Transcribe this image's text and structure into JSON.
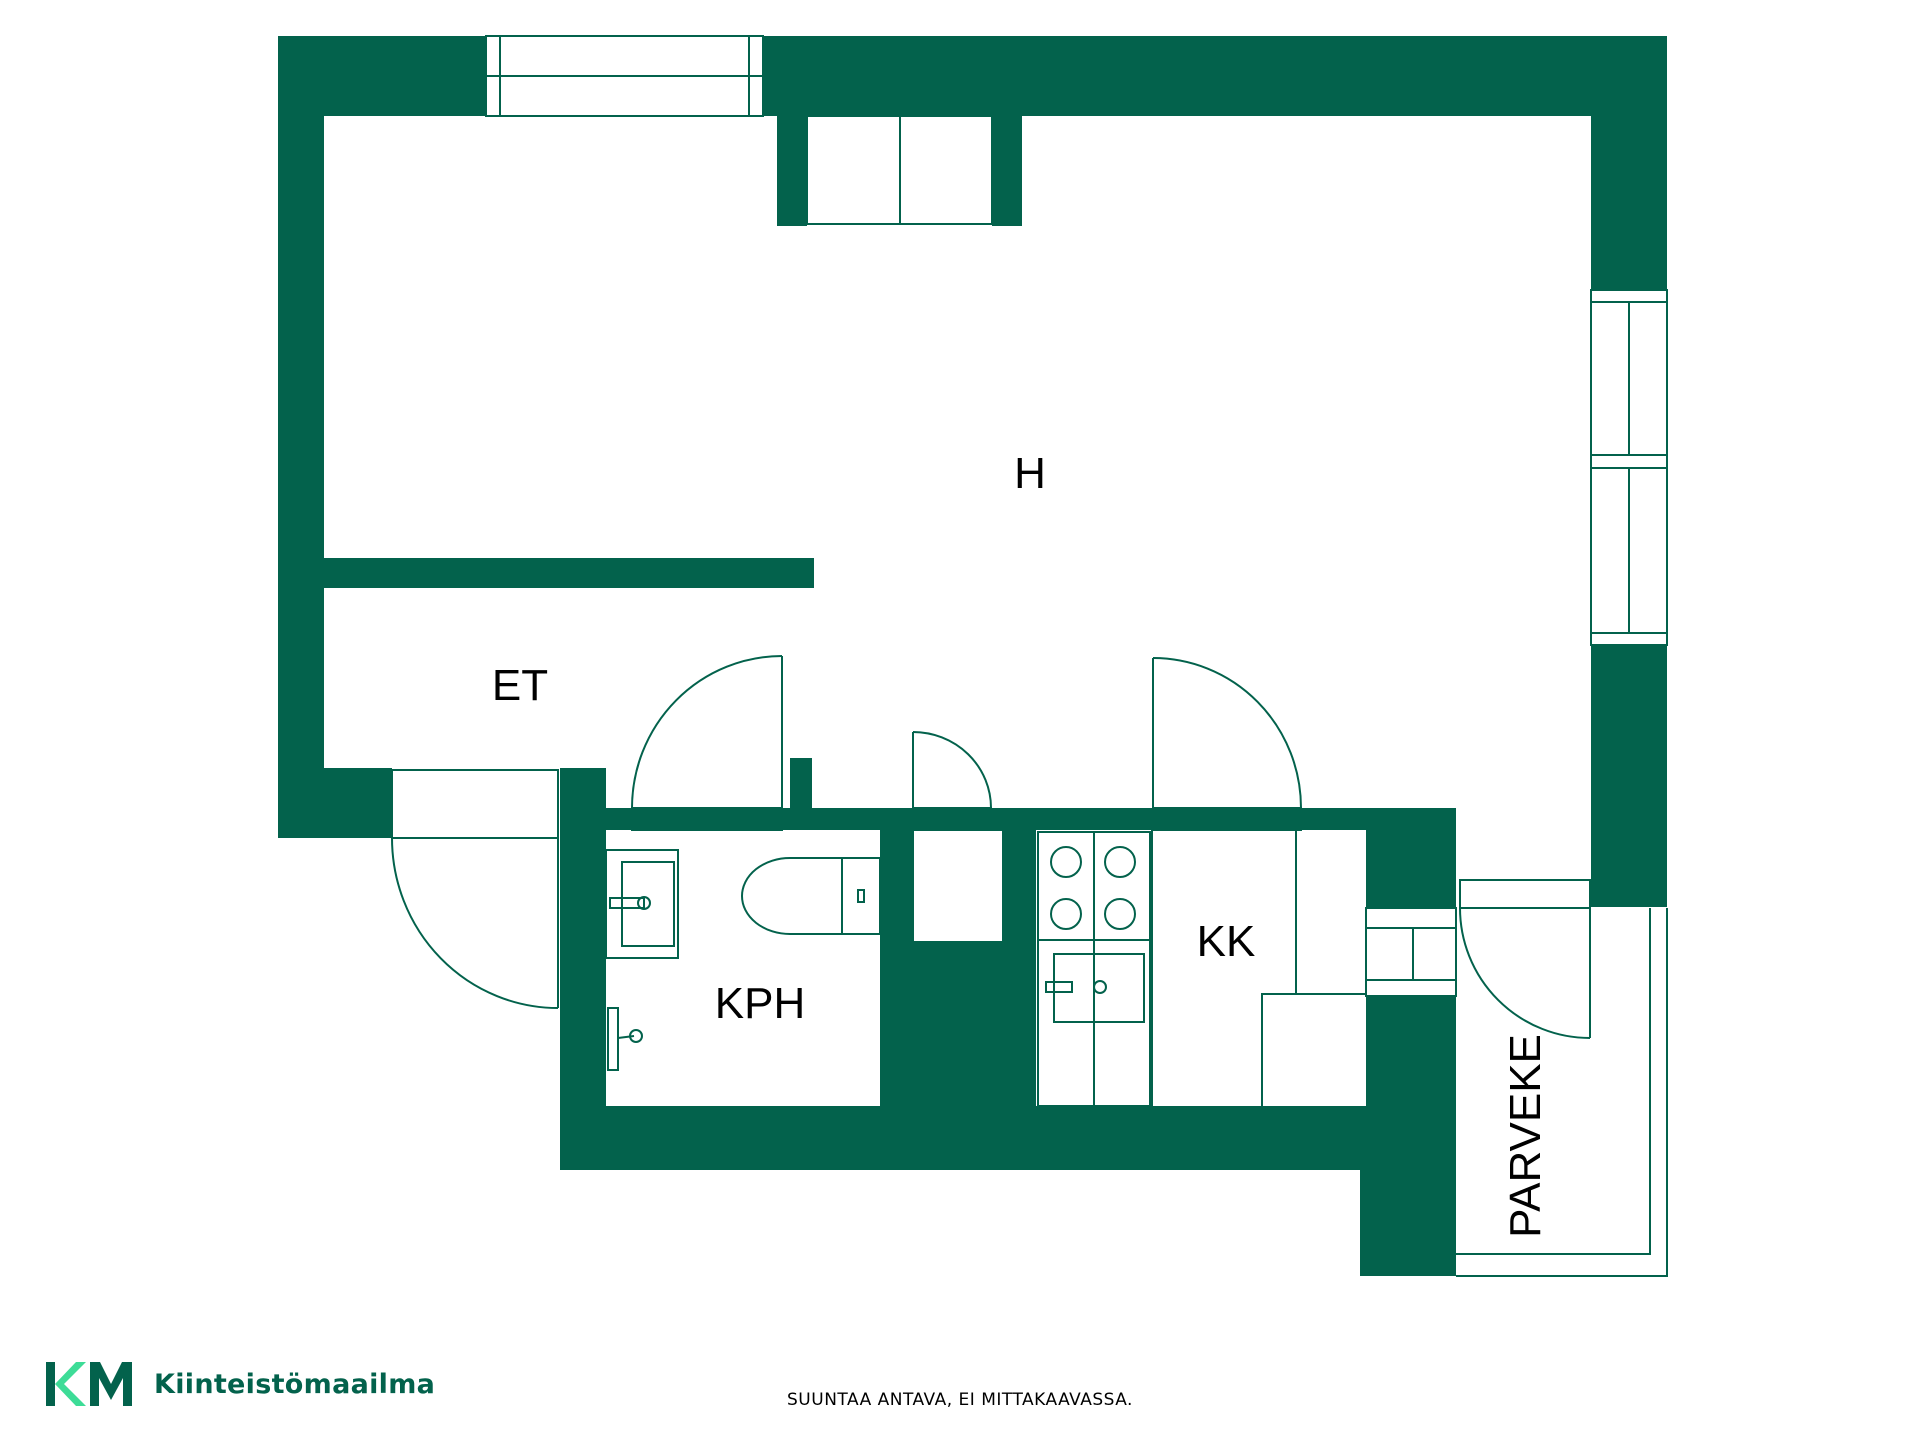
{
  "rooms": {
    "h": "H",
    "et": "ET",
    "kph": "KPH",
    "kk": "KK",
    "parveke": "PARVEKE"
  },
  "footer": {
    "disclaimer": "SUUNTAA ANTAVA, EI MITTAKAAVASSA."
  },
  "brand": {
    "logo_icon": "km-logo-icon",
    "logo_text": "KM",
    "name": "Kiinteistömaailma"
  },
  "colors": {
    "wall": "#03624C",
    "logo_accent": "#3DDC97",
    "background": "#FFFFFF"
  }
}
